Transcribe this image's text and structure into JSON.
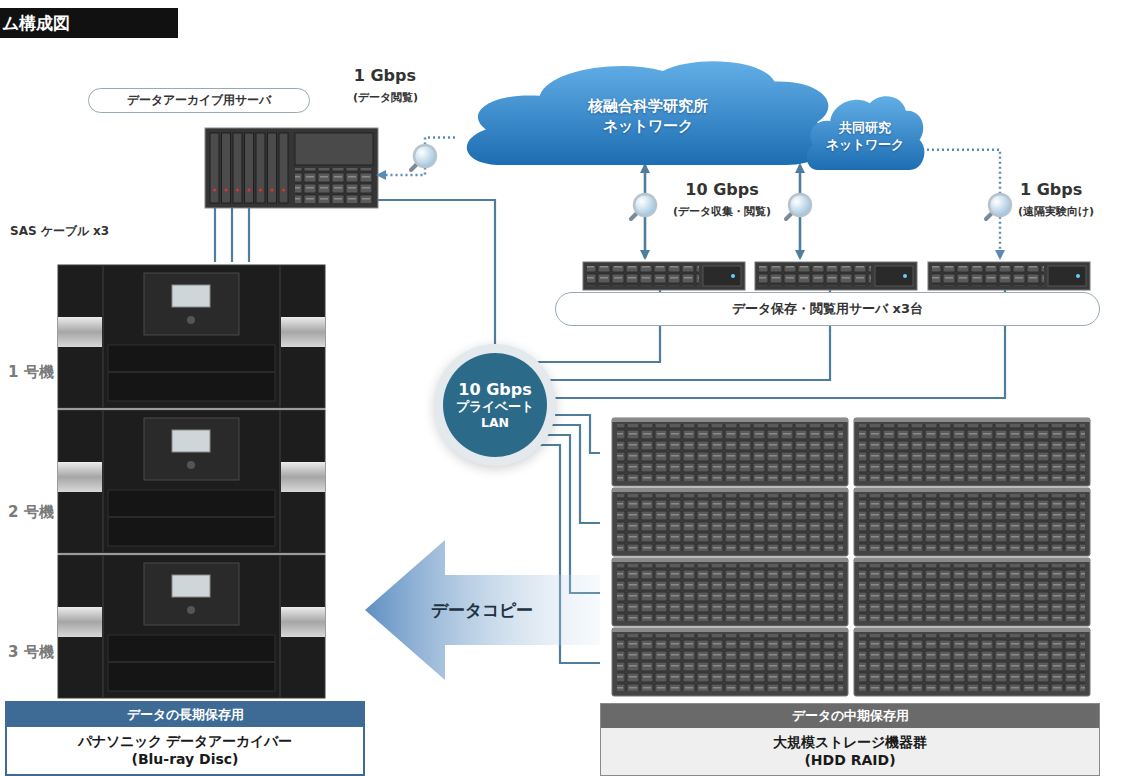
{
  "diagram": {
    "title": "ム構成図",
    "nodes": [
      {
        "text": [
          "核融合科学研究所 ネットワーク"
        ]
      },
      {
        "text": [
          "共同研究 ネットワーク"
        ]
      },
      {
        "text": [
          "データアーカイブ用サーバ"
        ]
      },
      {
        "text": [
          "データ保存・閲覧用サーバ x3台"
        ]
      },
      {
        "text": [
          "10 Gbps",
          "プライベート LAN"
        ]
      },
      {
        "text": [
          "データの長期保存用",
          "パナソニック データアーカイバー (Blu-ray Disc)"
        ]
      },
      {
        "text": [
          "データの中期保存用",
          "大規模ストレージ機器群 (HDD RAID)"
        ]
      }
    ],
    "edges": [
      {
        "from": 0,
        "to": 2,
        "arrow": "to",
        "label": "1 Gbps"
      },
      {
        "from": 0,
        "to": 3,
        "arrow": "both",
        "label": "10 Gbps"
      },
      {
        "from": 0,
        "to": 3,
        "arrow": "both"
      },
      {
        "from": 1,
        "to": 3,
        "arrow": "to",
        "label": "1 Gbps"
      },
      {
        "from": 2,
        "to": 4,
        "arrow": "none"
      },
      {
        "from": 3,
        "to": 4,
        "arrow": "none"
      },
      {
        "from": 4,
        "to": 6,
        "arrow": "none"
      },
      {
        "from": 2,
        "to": 5,
        "arrow": "none",
        "label": "SAS ケーブル x3"
      },
      {
        "from": 6,
        "to": 5,
        "arrow": "to",
        "label": "データコピー"
      }
    ],
    "labels": [
      "(データ閲覧)",
      "(データ収集・閲覧)",
      "(遠隔実験向け)",
      "1 号機",
      "2 号機",
      "3 号機"
    ]
  }
}
